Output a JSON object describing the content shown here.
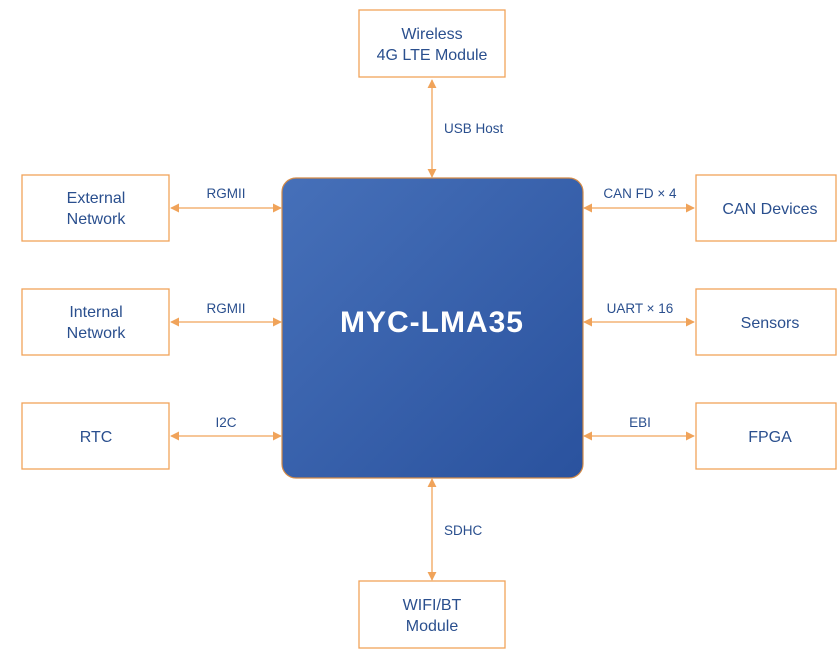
{
  "center": {
    "label": "MYC-LMA35"
  },
  "nodes": {
    "wireless": {
      "line1": "Wireless",
      "line2": "4G LTE Module"
    },
    "external": {
      "line1": "External",
      "line2": "Network"
    },
    "internal": {
      "line1": "Internal",
      "line2": "Network"
    },
    "rtc": {
      "label": "RTC"
    },
    "can": {
      "label": "CAN Devices"
    },
    "sensors": {
      "label": "Sensors"
    },
    "fpga": {
      "label": "FPGA"
    },
    "wifi": {
      "line1": "WIFI/BT",
      "line2": "Module"
    }
  },
  "links": {
    "usb_host": "USB Host",
    "rgmii_external": "RGMII",
    "rgmii_internal": "RGMII",
    "i2c": "I2C",
    "can_fd": "CAN FD × 4",
    "uart": "UART × 16",
    "ebi": "EBI",
    "sdhc": "SDHC"
  },
  "colors": {
    "accent": "#f0a35a",
    "chip_start": "#3f69b5",
    "chip_end": "#2d55a0",
    "text": "#2a4f8e"
  }
}
